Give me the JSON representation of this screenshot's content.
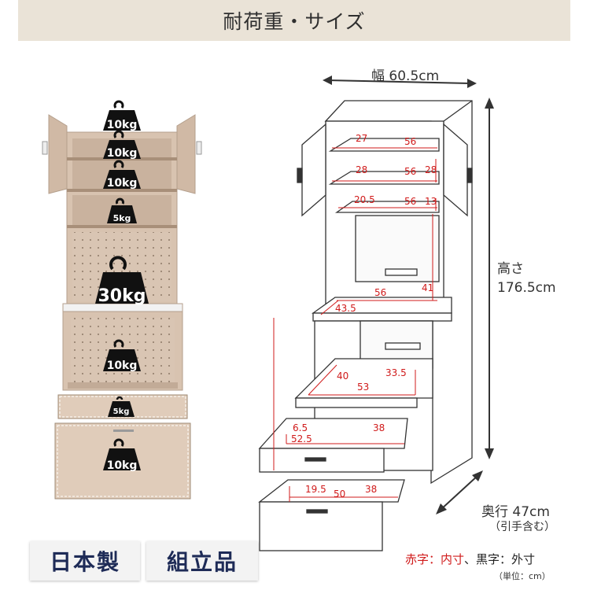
{
  "header": {
    "title": "耐荷重・サイズ"
  },
  "load_labels": [
    "10kg",
    "10kg",
    "10kg",
    "5kg",
    "30kg",
    "10kg",
    "5kg",
    "10kg"
  ],
  "dimensions": {
    "width": "幅 60.5cm",
    "height_line1": "高さ",
    "height_line2": "176.5cm",
    "depth": "奥行 47cm",
    "depth_note": "（引手含む）"
  },
  "inner_dims": [
    {
      "id": "shelf1-depth",
      "text": "27"
    },
    {
      "id": "shelf1-width",
      "text": "56"
    },
    {
      "id": "shelf2-depth",
      "text": "28"
    },
    {
      "id": "shelf2-width",
      "text": "56"
    },
    {
      "id": "shelf2-height",
      "text": "28"
    },
    {
      "id": "shelf3-depth",
      "text": "20.5"
    },
    {
      "id": "shelf3-width",
      "text": "56"
    },
    {
      "id": "shelf3-height",
      "text": "13"
    },
    {
      "id": "open-width",
      "text": "56"
    },
    {
      "id": "open-height",
      "text": "41"
    },
    {
      "id": "counter-depth",
      "text": "43.5"
    },
    {
      "id": "slide-depth",
      "text": "40"
    },
    {
      "id": "slide-height",
      "text": "33.5"
    },
    {
      "id": "slide-width",
      "text": "53"
    },
    {
      "id": "drawer1-height",
      "text": "6.5"
    },
    {
      "id": "drawer1-depth",
      "text": "38"
    },
    {
      "id": "drawer1-width",
      "text": "52.5"
    },
    {
      "id": "drawer2-height",
      "text": "19.5"
    },
    {
      "id": "drawer2-width",
      "text": "50"
    },
    {
      "id": "drawer2-depth",
      "text": "38"
    }
  ],
  "badges": {
    "made_in": "日本製",
    "assembly": "組立品"
  },
  "legend": {
    "inner": "赤字：内寸",
    "separator": "、",
    "outer": "黒字：外寸"
  },
  "unit_note": "（単位：cm）",
  "colors": {
    "header_bg": "#eae3d7",
    "wood": "#d8c3b0",
    "accent_red": "#d01b1b",
    "badge_text": "#1e2b57"
  }
}
